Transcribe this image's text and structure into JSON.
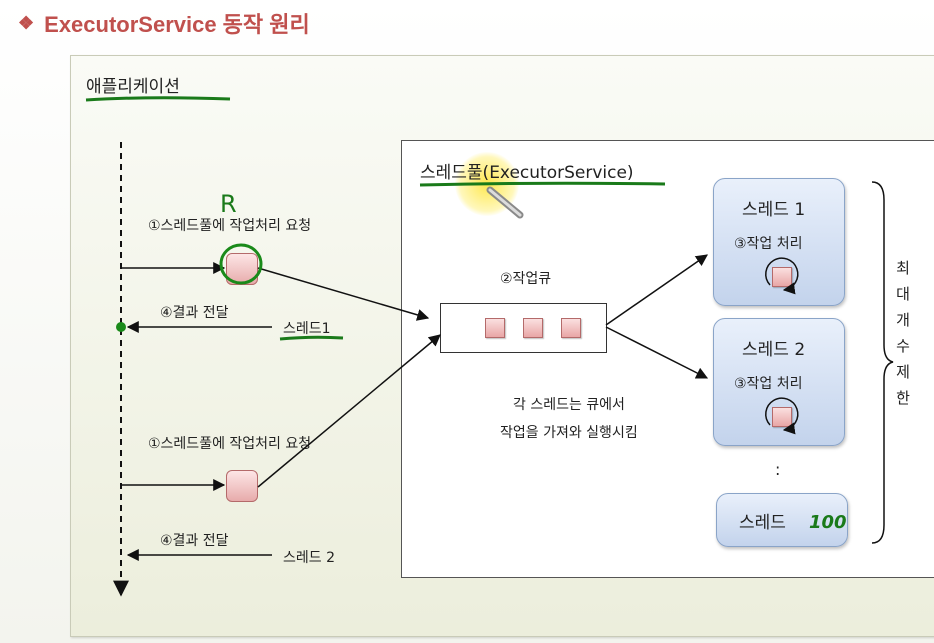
{
  "slide": {
    "bullet": "❖",
    "title": "ExecutorService 동작 원리"
  },
  "app": {
    "label": "애플리케이션"
  },
  "pool": {
    "label": "스레드풀(ExecutorService)"
  },
  "requests": [
    {
      "label": "①스레드풀에 작업처리 요청"
    },
    {
      "label": "①스레드풀에 작업처리 요청"
    }
  ],
  "results": [
    {
      "label": "④결과 전달",
      "thread": "스레드1"
    },
    {
      "label": "④결과 전달",
      "thread": "스레드 2"
    }
  ],
  "queue": {
    "label": "②작업큐",
    "task_count": 3
  },
  "description": [
    "각 스레드는 큐에서",
    "작업을 가져와 실행시킴"
  ],
  "threads": [
    {
      "name": "스레드 1",
      "step": "③작업 처리"
    },
    {
      "name": "스레드 2",
      "step": "③작업 처리"
    },
    {
      "name": "스레드"
    }
  ],
  "thread_dots": ":",
  "handwriting": {
    "request_mark": "R",
    "last_thread_suffix": "100"
  },
  "limit_text": [
    "최",
    "대",
    "개",
    "수",
    "",
    "제",
    "한"
  ],
  "colors": {
    "title": "#c0504d",
    "underline": "#1a7a1a",
    "task": "#e9a6a6",
    "thread": "#c3d3ec"
  }
}
